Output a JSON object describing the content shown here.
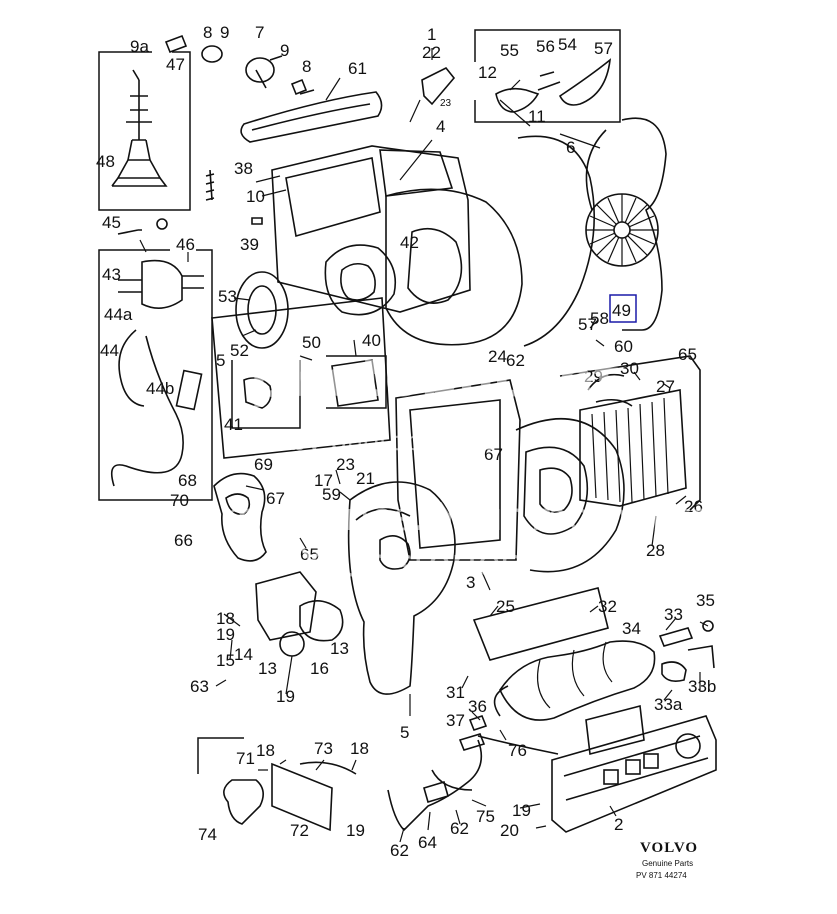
{
  "labels": {
    "n1": "1",
    "n2": "2",
    "n3": "3",
    "n4": "4",
    "n5a": "5",
    "n5b": "5",
    "n5c": "5",
    "n6": "6",
    "n7": "7",
    "n8a": "8",
    "n8b": "8",
    "n9a": "9",
    "n9b": "9",
    "n9c": "9a",
    "n10": "10",
    "n11": "11",
    "n12": "12",
    "n13a": "13",
    "n13b": "13",
    "n14": "14",
    "n15": "15",
    "n16": "16",
    "n17": "17",
    "n18a": "18",
    "n18b": "18",
    "n18c": "18",
    "n19a": "19",
    "n19b": "19",
    "n19c": "19",
    "n20": "20",
    "n21": "21",
    "n22": "22",
    "n23a": "23",
    "n23b": "23",
    "n24": "24",
    "n25": "25",
    "n26": "26",
    "n27": "27",
    "n28": "28",
    "n29": "29",
    "n30": "30",
    "n31": "31",
    "n32": "32",
    "n33": "33",
    "n33a": "33a",
    "n33b": "33b",
    "n34": "34",
    "n35": "35",
    "n36": "36",
    "n37": "37",
    "n38": "38",
    "n39": "39",
    "n40": "40",
    "n41": "41",
    "n42": "42",
    "n43": "43",
    "n44": "44",
    "n44a": "44a",
    "n44b": "44b",
    "n45": "45",
    "n46": "46",
    "n47": "47",
    "n48": "48",
    "n49": "49",
    "n50": "50",
    "n52": "52",
    "n53": "53",
    "n54": "54",
    "n55": "55",
    "n56": "56",
    "n57a": "57",
    "n57b": "57",
    "n58": "58",
    "n59": "59",
    "n60": "60",
    "n61": "61",
    "n62a": "62",
    "n62b": "62",
    "n62c": "62",
    "n63": "63",
    "n64": "64",
    "n65a": "65",
    "n65b": "65",
    "n66": "66",
    "n67a": "67",
    "n67b": "67",
    "n68": "68",
    "n69": "69",
    "n70": "70",
    "n71": "71",
    "n72": "72",
    "n73": "73",
    "n74": "74",
    "n75": "75",
    "n76": "76"
  },
  "brand": {
    "name": "VOLVO",
    "line1": "Genuine Parts",
    "line2": "PV 871 44274"
  },
  "watermark": {
    "line1": "photobucket",
    "line2": "by photobucket",
    "line3": "Your memories. Your moments.",
    "line4": "Your stories."
  },
  "colors": {
    "ink": "#111111",
    "highlight_box": "#1a1aa8",
    "background": "#ffffff"
  }
}
